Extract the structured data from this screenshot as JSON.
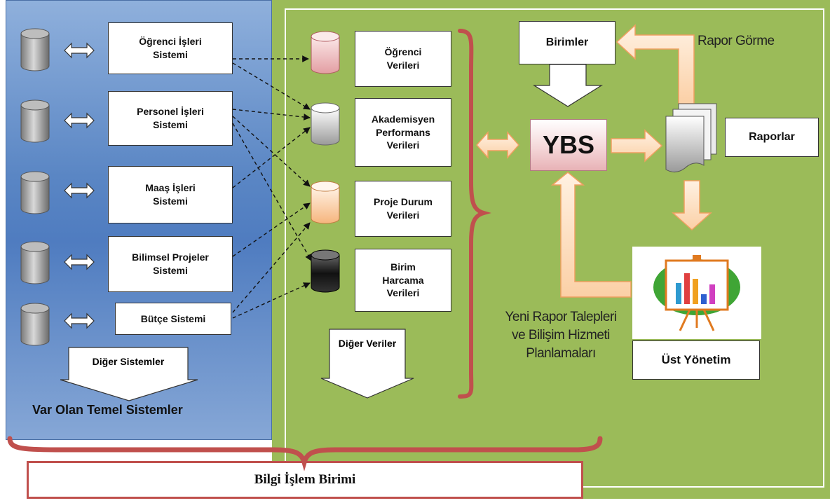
{
  "source_systems": [
    "Öğrenci İşleri\nSistemi",
    "Personel İşleri\nSistemi",
    "Maaş İşleri\nSistemi",
    "Bilimsel Projeler\nSistemi",
    "Bütçe Sistemi"
  ],
  "other_systems": "Diğer Sistemler",
  "left_panel_title": "Var Olan Temel Sistemler",
  "data_stores": [
    "Öğrenci\nVerileri",
    "Akademisyen\nPerformans\nVerileri",
    "Proje Durum\nVerileri",
    "Birim\nHarcama\nVerileri"
  ],
  "other_data": "Diğer Veriler",
  "units": "Birimler",
  "ybs": "YBS",
  "reports": "Raporlar",
  "report_viewing": "Rapor Görme",
  "new_requests": "Yeni Rapor Talepleri\nve Bilişim Hizmeti\nPlanlamaları",
  "top_management": "Üst Yönetim",
  "bottom_title": "Bilgi İşlem Birimi",
  "colors": {
    "left_panel": "#5a86c4",
    "green_panel": "#9bbb59",
    "bracket": "#c0504d",
    "arrow_fill": "#fde2c8",
    "arrow_stroke": "#f0a060"
  }
}
